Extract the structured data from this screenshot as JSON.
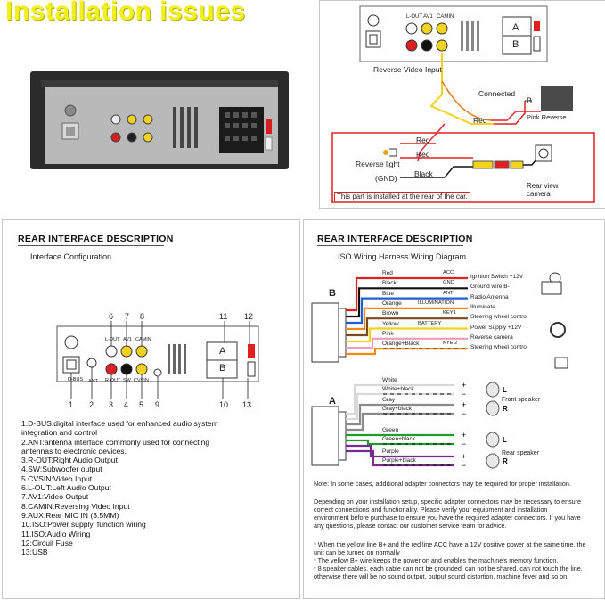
{
  "header": {
    "title": "Installation issues"
  },
  "top_right": {
    "ports": [
      "L-OUT",
      "AV1",
      "CAMIN"
    ],
    "ab_labels": [
      "A",
      "B"
    ],
    "reverse_video_input": "Reverse Video Input",
    "connected": "Connected",
    "red": "Red",
    "b_label": "B",
    "pink_reverse": "Pink Reverse",
    "red_upper": "Red",
    "red_lower": "Red",
    "reverse_light": "Reverse light",
    "gnd": "(GND)",
    "black": "Black",
    "rear_view_camera": "Rear view camera",
    "rear_note": "This part is installed at the rear of the car."
  },
  "left_panel": {
    "heading": "REAR INTERFACE DESCRIPTION",
    "subheading": "Interface Configuration",
    "ports_top": [
      "L-OUT",
      "AV1",
      "CAMIN"
    ],
    "ports_bottom": [
      "R-OUT",
      "SW",
      "CVSIN"
    ],
    "dbus": "D-BUS",
    "ant": "ANT",
    "ab_labels": [
      "A",
      "B"
    ],
    "numbers": [
      "1",
      "2",
      "3",
      "4",
      "5",
      "6",
      "7",
      "8",
      "9",
      "10",
      "11",
      "12",
      "13"
    ],
    "legend": [
      "1.D-BUS:digital interface used for enhanced audio system",
      "integration and control",
      "2.ANT:antenna interface commonly used for connecting",
      "antennas to electronic devices.",
      "3.R-OUT:Right Audio Output",
      "4.SW:Subwoofer output",
      "5.CVSIN:Video Input",
      "6.L-OUT:Left Audio Output",
      "7.AV1:Video Output",
      "8.CAMIN:Reversing Video Input",
      "9.AUX:Rear MIC IN (3.5MM)",
      "10.ISO:Power supply, function wiring",
      "11.ISO:Audio Wiring",
      "12:Circuit Fuse",
      "13:USB"
    ]
  },
  "right_panel": {
    "heading": "REAR INTERFACE DESCRIPTION",
    "subheading": "ISO Wiring Harness Wiring Diagram",
    "b_block": "B",
    "a_block": "A",
    "b_wires": [
      {
        "color": "Red",
        "code": "ACC",
        "target": "Ignition Switch +12V",
        "hex": "#e02020"
      },
      {
        "color": "Black",
        "code": "GND",
        "target": "Ground wire B-",
        "hex": "#111111"
      },
      {
        "color": "Blue",
        "code": "ANT",
        "target": "Radio Antenna",
        "hex": "#1f5fd6"
      },
      {
        "color": "Orange",
        "code": "ILLUMINATION",
        "target": "Illuminate",
        "hex": "#f08a10"
      },
      {
        "color": "Brown",
        "code": "KEY1",
        "target": "Steering wheel control",
        "hex": "#7a4a1e"
      },
      {
        "color": "Yellow",
        "code": "BATTERY",
        "target": "Power Supply +12V",
        "hex": "#f2d21a"
      },
      {
        "color": "Pink",
        "code": "Reverse camera",
        "target": "Reverse camera",
        "hex": "#f29ab8"
      },
      {
        "color": "Orange+Black",
        "code": "KYE 2",
        "target": "Steering wheel control",
        "hex": "#f08a10"
      }
    ],
    "a_wires": [
      {
        "color": "White",
        "hex": "#d8d8d8"
      },
      {
        "color": "White+black",
        "hex": "#d8d8d8"
      },
      {
        "color": "Gray",
        "hex": "#8a8a8a"
      },
      {
        "color": "Gray+black",
        "hex": "#8a8a8a"
      },
      {
        "color": "Green",
        "hex": "#1e9b2a"
      },
      {
        "color": "Green+black",
        "hex": "#1e9b2a"
      },
      {
        "color": "Purple",
        "hex": "#7a2a8a"
      },
      {
        "color": "Purple+black",
        "hex": "#7a2a8a"
      }
    ],
    "front_speaker": "Front speaker",
    "rear_speaker": "Rear speaker",
    "speaker_letters": [
      "L",
      "R",
      "L",
      "R"
    ],
    "note1": "Note: In some cases, additional adapter connectors may be required for proper installation.",
    "para": [
      "Depending on your installation setup, specific adapter connectors may be necessary to ensure",
      "correct connections and functionality. Please verify your equipment and installation",
      "environment before purchase to ensure you have the required adapter connectors. If you have",
      "any questions, please contact our customer service team for advice."
    ],
    "bullets": [
      "* When the yellow line B+ and the red line ACC have a 12V positive power at the same time, the",
      "   unit can be turned on normally",
      "* The yellow B+ wire keeps the power on and enables the machine's memory function.",
      "* 8 speaker cables, each cable can not be grounded, can not be shared, can not touch the line,",
      "   otherwise there will be no sound output, output sound distortion, machine fever and so on."
    ]
  }
}
